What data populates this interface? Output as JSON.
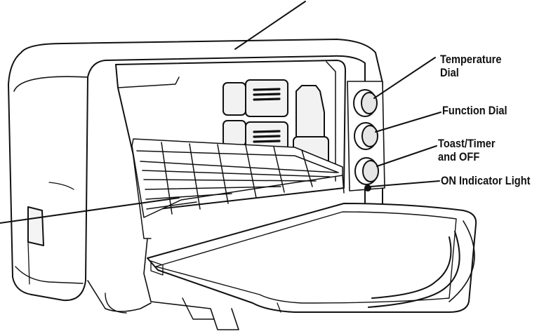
{
  "labels": {
    "temperature_dial": [
      "Temperature",
      "Dial"
    ],
    "function_dial": [
      "Function Dial"
    ],
    "toast_timer": [
      "Toast/Timer",
      "and OFF"
    ],
    "on_indicator": [
      "ON Indicator Light"
    ]
  },
  "colors": {
    "ink": "#111111",
    "paper": "#ffffff",
    "shade": "#e6e6e6"
  }
}
